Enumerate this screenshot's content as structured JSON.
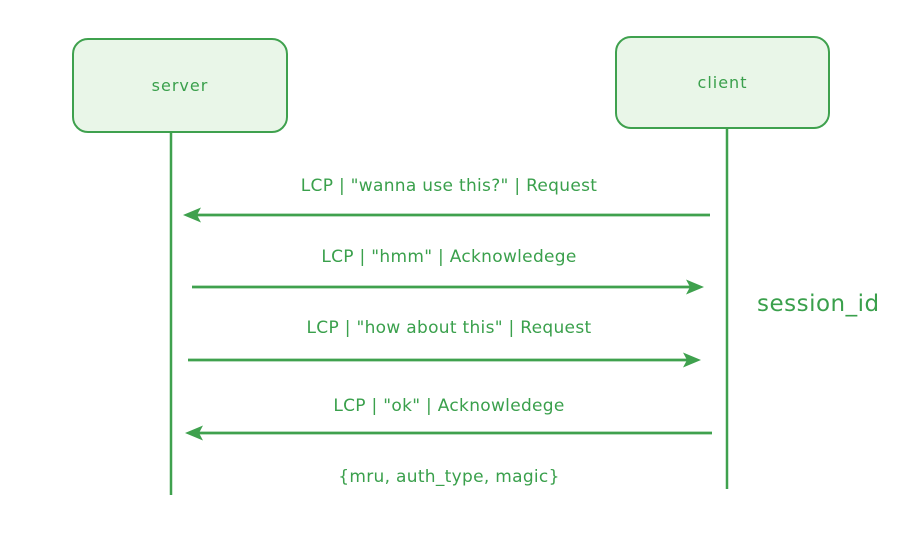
{
  "diagram": {
    "type": "sequence-diagram",
    "background_color": "#ffffff",
    "accent_color": "#3fa14e",
    "text_color": "#3aa04c",
    "actor_fill_color": "#e9f6e8",
    "actors": [
      {
        "id": "server",
        "label": "server"
      },
      {
        "id": "client",
        "label": "client"
      }
    ],
    "messages": [
      {
        "label": "LCP | \"wanna use this?\" | Request",
        "from": "client",
        "to": "server",
        "direction": "right-to-left"
      },
      {
        "label": "LCP | \"hmm\" | Acknowledege",
        "from": "server",
        "to": "client",
        "direction": "left-to-right"
      },
      {
        "label": "LCP | \"how about this\" | Request",
        "from": "server",
        "to": "client",
        "direction": "left-to-right"
      },
      {
        "label": "LCP | \"ok\" | Acknowledege",
        "from": "client",
        "to": "server",
        "direction": "right-to-left"
      }
    ],
    "footer_note": "{mru, auth_type, magic}",
    "side_note": "session_id"
  }
}
